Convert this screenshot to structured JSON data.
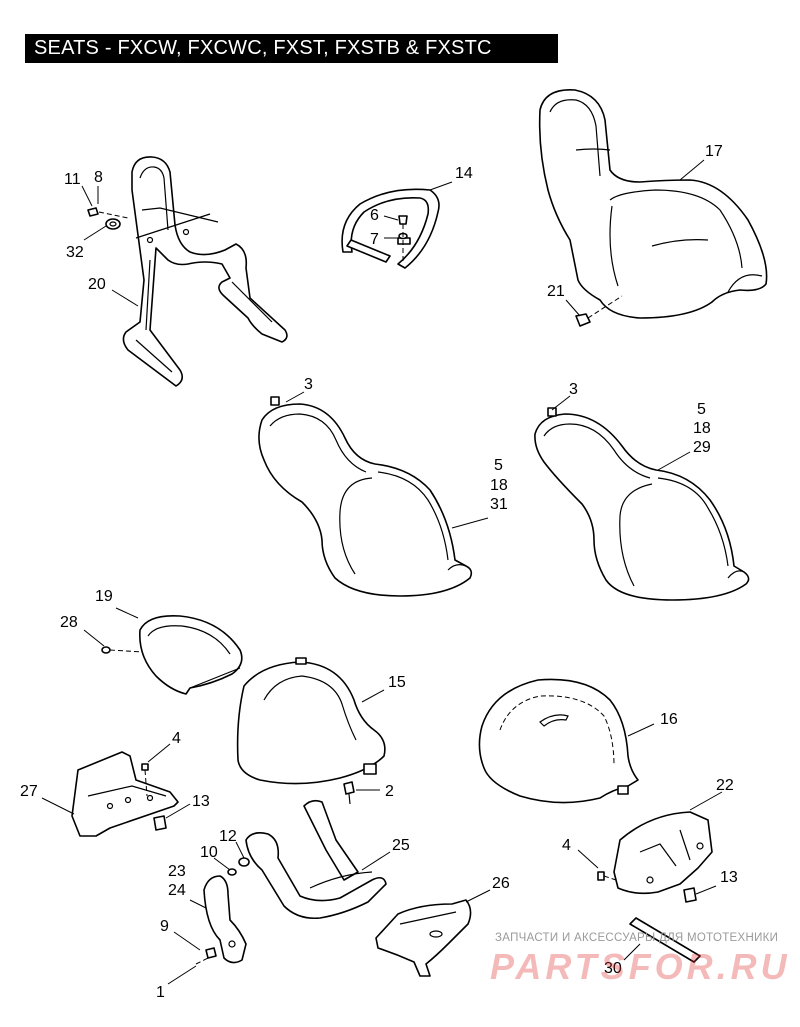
{
  "title": "SEATS - FXCW, FXCWC, FXST, FXSTB & FXSTC",
  "watermark": {
    "tagline": "ЗАПЧАСТИ И АКСЕССУАРЫ ДЛЯ МОТОТЕХНИКИ",
    "logo": "PARTSFOR.RU"
  },
  "callouts": [
    {
      "id": "c11",
      "text": "11"
    },
    {
      "id": "c8",
      "text": "8"
    },
    {
      "id": "c32",
      "text": "32"
    },
    {
      "id": "c20",
      "text": "20"
    },
    {
      "id": "c14",
      "text": "14"
    },
    {
      "id": "c6",
      "text": "6"
    },
    {
      "id": "c7",
      "text": "7"
    },
    {
      "id": "c17",
      "text": "17"
    },
    {
      "id": "c21",
      "text": "21"
    },
    {
      "id": "c3a",
      "text": "3"
    },
    {
      "id": "c5a",
      "text": "5"
    },
    {
      "id": "c18a",
      "text": "18"
    },
    {
      "id": "c31",
      "text": "31"
    },
    {
      "id": "c3b",
      "text": "3"
    },
    {
      "id": "c5b",
      "text": "5"
    },
    {
      "id": "c18b",
      "text": "18"
    },
    {
      "id": "c29",
      "text": "29"
    },
    {
      "id": "c19",
      "text": "19"
    },
    {
      "id": "c28",
      "text": "28"
    },
    {
      "id": "c15",
      "text": "15"
    },
    {
      "id": "c16",
      "text": "16"
    },
    {
      "id": "c4a",
      "text": "4"
    },
    {
      "id": "c27",
      "text": "27"
    },
    {
      "id": "c13a",
      "text": "13"
    },
    {
      "id": "c2",
      "text": "2"
    },
    {
      "id": "c12",
      "text": "12"
    },
    {
      "id": "c10",
      "text": "10"
    },
    {
      "id": "c25",
      "text": "25"
    },
    {
      "id": "c22",
      "text": "22"
    },
    {
      "id": "c23",
      "text": "23"
    },
    {
      "id": "c24",
      "text": "24"
    },
    {
      "id": "c9",
      "text": "9"
    },
    {
      "id": "c1",
      "text": "1"
    },
    {
      "id": "c26",
      "text": "26"
    },
    {
      "id": "c4b",
      "text": "4"
    },
    {
      "id": "c13b",
      "text": "13"
    },
    {
      "id": "c30",
      "text": "30"
    }
  ]
}
